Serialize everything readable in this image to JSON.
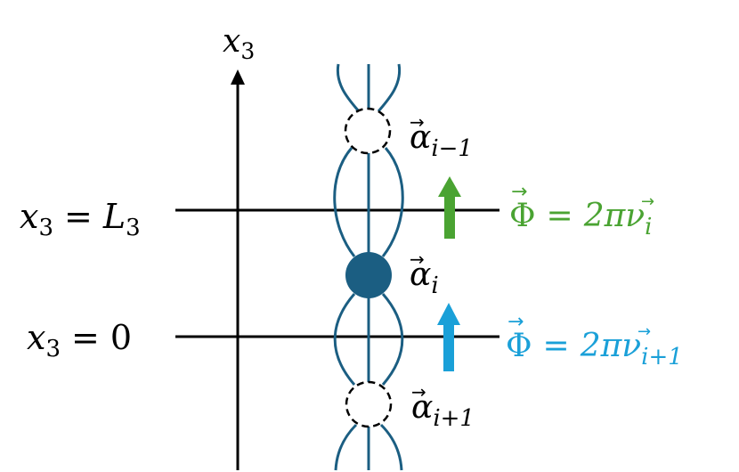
{
  "axis": {
    "variable": "x",
    "subscript": "3"
  },
  "levels": {
    "top": {
      "lhs_var": "x",
      "lhs_sub": "3",
      "eq": "=",
      "rhs_var": "L",
      "rhs_sub": "3"
    },
    "bottom": {
      "lhs_var": "x",
      "lhs_sub": "3",
      "eq": "=",
      "rhs": "0"
    }
  },
  "nodes": {
    "upper": {
      "symbol": "α",
      "subscript": "i−1",
      "style": "dashed"
    },
    "middle": {
      "symbol": "α",
      "subscript": "i",
      "style": "filled"
    },
    "lower": {
      "symbol": "α",
      "subscript": "i+1",
      "style": "dashed"
    }
  },
  "flux": {
    "top": {
      "symbol": "Φ",
      "eq": "=",
      "rhs_coef": "2π",
      "rhs_var": "ν",
      "rhs_sub": "i",
      "color": "#4aa332"
    },
    "bottom": {
      "symbol": "Φ",
      "eq": "=",
      "rhs_coef": "2π",
      "rhs_var": "ν",
      "rhs_sub": "i+1",
      "color": "#1aa0d8"
    }
  },
  "colors": {
    "strands": "#1b5e82",
    "filled_node": "#1b5e82",
    "lines": "#000000"
  }
}
